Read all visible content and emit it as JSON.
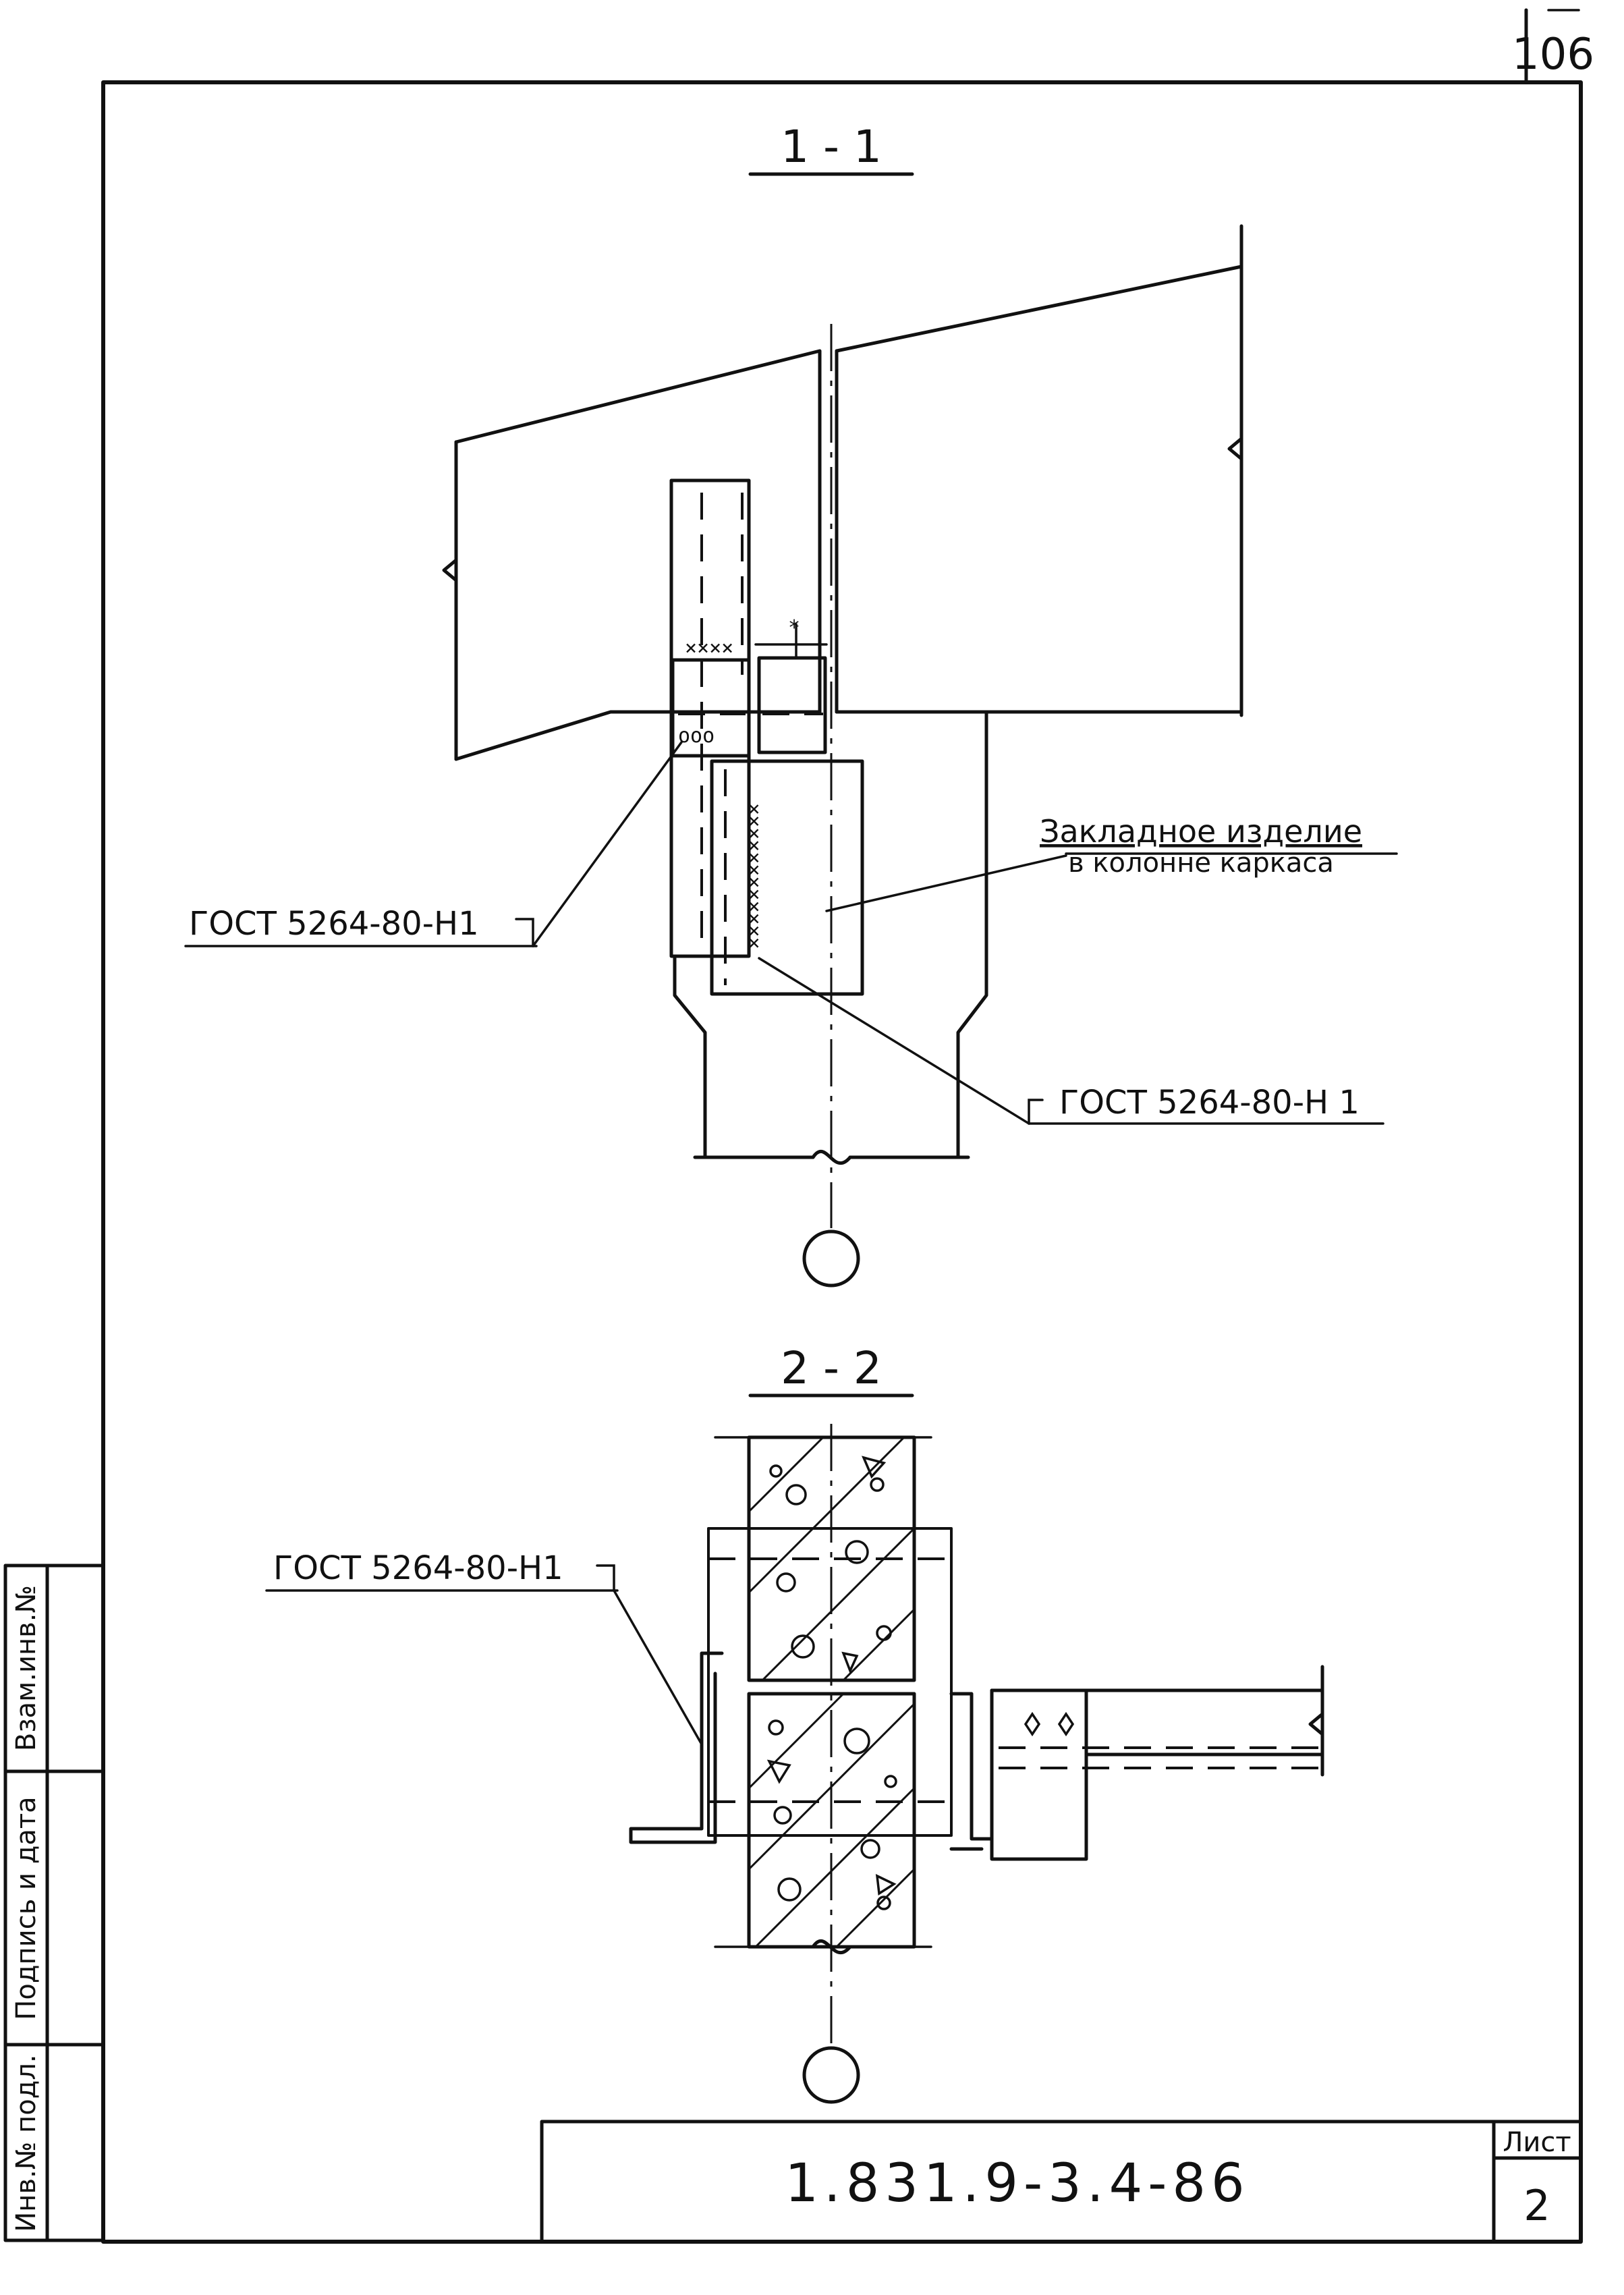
{
  "sheet": {
    "page_number": "106",
    "document_code": "1.831.9-3.4-86",
    "sheet_label": "Лист",
    "sheet_number": "2"
  },
  "sections": {
    "section_1": {
      "title": "1 - 1"
    },
    "section_2": {
      "title": "2 - 2"
    }
  },
  "annotations": {
    "embedded_part_line1": "Закладное изделие",
    "embedded_part_line2": "в колонне каркаса",
    "weld_standard_left_1": "ГОСТ 5264-80-Н1",
    "weld_standard_right_1": "ГОСТ 5264-80-Н 1",
    "weld_standard_2": "ГОСТ 5264-80-Н1"
  },
  "side_stamp": {
    "field_1": "Взам.инв.№",
    "field_2": "Подпись и дата",
    "field_3": "Инв.№ подл."
  }
}
